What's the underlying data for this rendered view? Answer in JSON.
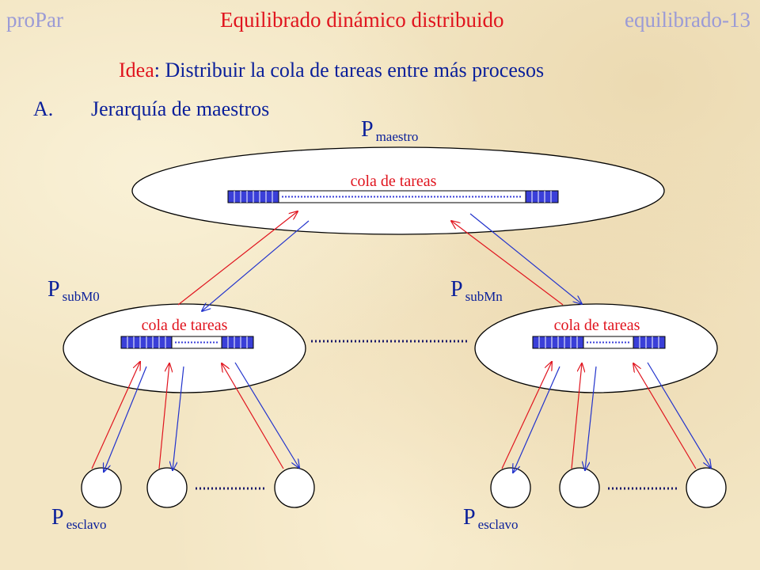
{
  "header": {
    "left": "proPar",
    "title": "Equilibrado dinámico distribuido",
    "right": "equilibrado-13"
  },
  "idea": {
    "keyword": "Idea",
    "text": ": Distribuir la cola de tareas entre más procesos"
  },
  "point": {
    "marker": "A.",
    "text": "Jerarquía de maestros"
  },
  "diagram": {
    "queue_label": "cola de tareas",
    "process_letter": "P",
    "master_sub": "maestro",
    "subm0_sub": "subM0",
    "submn_sub": "subMn",
    "slave_sub": "esclavo",
    "colors": {
      "request_arrow": "#e0141e",
      "delivery_arrow": "#2233cc",
      "queue_fill": "#3a3fd8",
      "dots": "#1a1a6a"
    }
  }
}
